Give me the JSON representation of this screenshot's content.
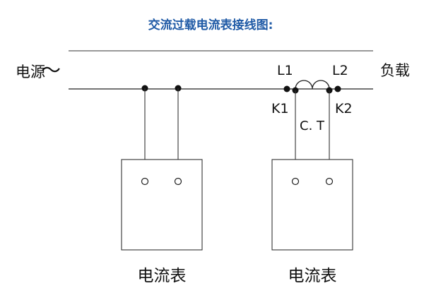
{
  "title": "交流过载电流表接线图:",
  "source_label": "电源",
  "source_symbol": "～",
  "load_label": "负载",
  "ct": {
    "label": "C. T",
    "l1": "L1",
    "l2": "L2",
    "k1": "K1",
    "k2": "K2"
  },
  "meters": [
    {
      "label": "电流表"
    },
    {
      "label": "电流表"
    }
  ],
  "colors": {
    "title": "#1f5aa6",
    "line": "#222222",
    "box_border": "#333333"
  }
}
